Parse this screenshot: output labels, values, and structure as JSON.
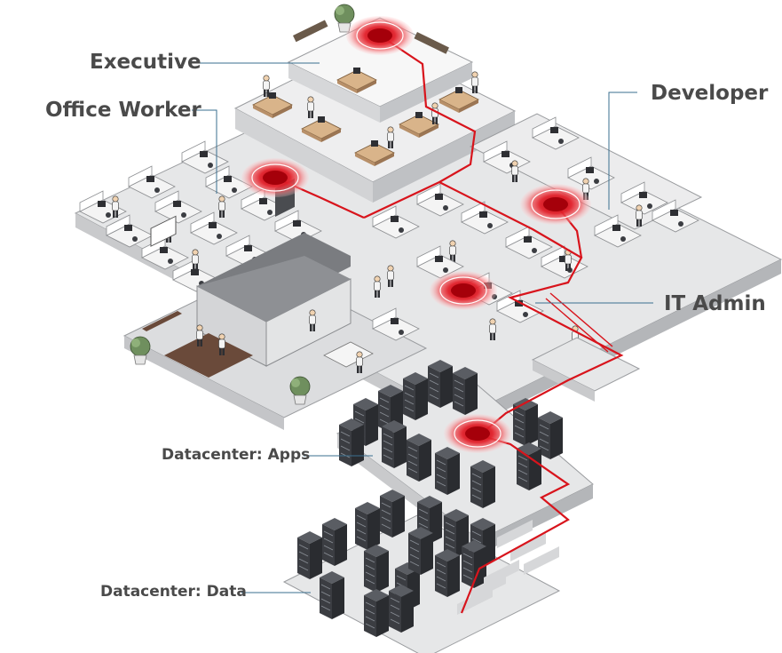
{
  "labels": {
    "executive": "Executive",
    "office_worker": "Office Worker",
    "developer": "Developer",
    "it_admin": "IT Admin",
    "datacenter_apps": "Datacenter: Apps",
    "datacenter_data": "Datacenter: Data"
  },
  "colors": {
    "accent_red": "#d8141c",
    "floor": "#e6e7e8",
    "floor_shadow": "#c9cacc",
    "wall": "#f5f5f5",
    "rack": "#3b3d42",
    "leader": "#3a6f8f",
    "text": "#4a4a4a"
  },
  "icons": [
    "desk-icon",
    "person-icon",
    "server-rack-icon",
    "plant-icon",
    "target-ring-icon"
  ]
}
